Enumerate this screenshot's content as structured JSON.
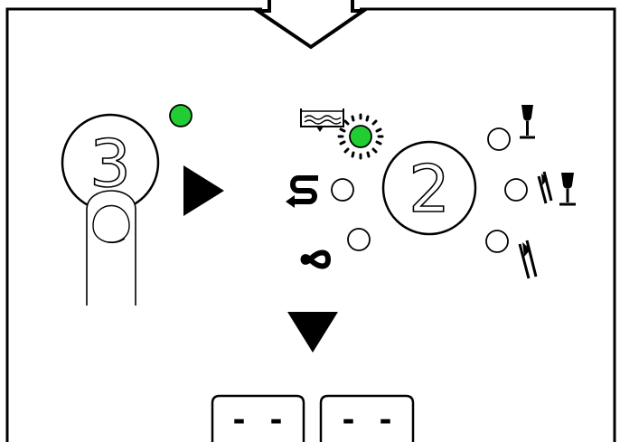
{
  "panel": {
    "step_left": "3",
    "step_right": "2",
    "display_left": "- -",
    "display_right": "- -"
  },
  "indicators": {
    "left_led": "on",
    "water_led": "blinking",
    "rinse_led": "off",
    "infinity_led": "off",
    "glass_led": "off",
    "glass_cutlery_led": "off",
    "cutlery_led": "off"
  },
  "colors": {
    "led_on": "#22cc33",
    "stroke": "#000000",
    "background": "#ffffff"
  },
  "icons": [
    "down-arrow-icon",
    "finger-press-icon",
    "play-right-icon",
    "play-down-icon",
    "water-tank-icon",
    "rinse-cycle-icon",
    "infinity-icon",
    "wine-glass-icon",
    "cutlery-icon"
  ]
}
